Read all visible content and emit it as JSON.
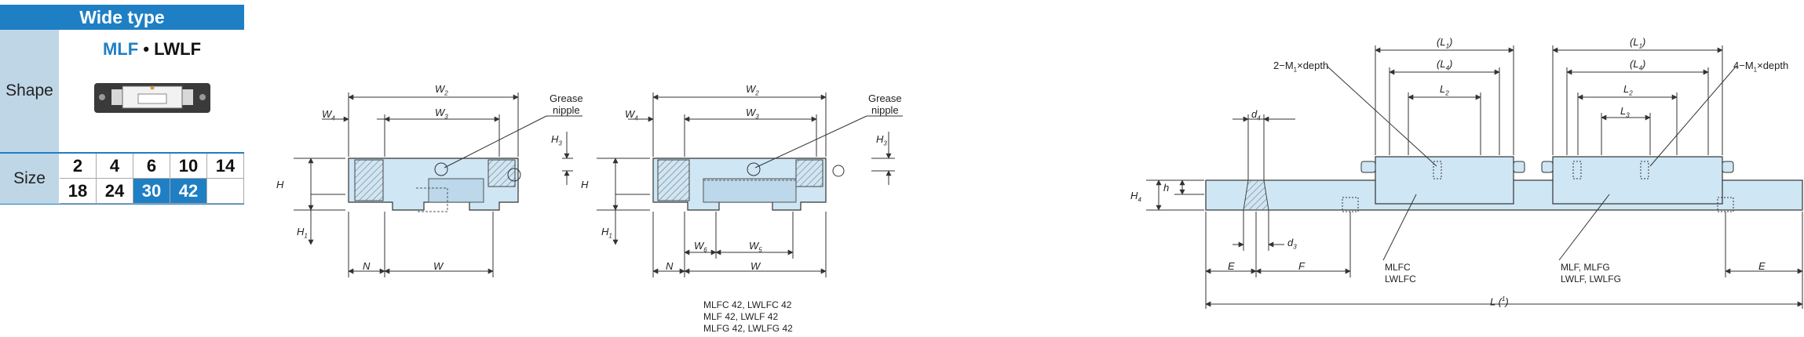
{
  "header": {
    "title": "Wide type"
  },
  "shape": {
    "label": "Shape",
    "model_1": "MLF",
    "separator": "•",
    "model_2": "LWLF"
  },
  "size": {
    "label": "Size",
    "values": [
      "2",
      "4",
      "6",
      "10",
      "14",
      "18",
      "24",
      "30",
      "42"
    ],
    "highlighted": [
      "30",
      "42"
    ]
  },
  "section1": {
    "grease_line1": "Grease",
    "grease_line2": "nipple",
    "W2": "W",
    "W2_sub": "2",
    "W3": "W",
    "W3_sub": "3",
    "W4": "W",
    "W4_sub": "4",
    "H": "H",
    "H1": "H",
    "H1_sub": "1",
    "H3": "H",
    "H3_sub": "3",
    "N": "N",
    "W": "W"
  },
  "section2": {
    "grease_line1": "Grease",
    "grease_line2": "nipple",
    "W2": "W",
    "W2_sub": "2",
    "W3": "W",
    "W3_sub": "3",
    "W4": "W",
    "W4_sub": "4",
    "H": "H",
    "H1": "H",
    "H1_sub": "1",
    "H3": "H",
    "H3_sub": "3",
    "W5": "W",
    "W5_sub": "5",
    "W6": "W",
    "W6_sub": "6",
    "N": "N",
    "W": "W",
    "caption": [
      "MLFC 42, LWLFC   42",
      "MLF   42, LWLF    42",
      "MLFG 42, LWLFG   42"
    ]
  },
  "section3": {
    "d4": "d",
    "d4_sub": "4",
    "d3": "d",
    "d3_sub": "3",
    "H4": "H",
    "H4_sub": "4",
    "h": "h",
    "E": "E",
    "F": "F",
    "L1": "(L",
    "L1_sub": "1",
    "L1_end": ")",
    "L": "L (",
    "L_sup": "1",
    "L_end": ")",
    "note_2m": "2−M",
    "note_2m_sub": "1",
    "note_2m_end": "×depth",
    "note_4m": "4−M",
    "note_4m_sub": "1",
    "note_4m_end": "×depth",
    "L4": "(L",
    "L4_sub": "4",
    "L4_end": ")",
    "L2": "L",
    "L2_sub": "2",
    "L3": "L",
    "L3_sub": "3",
    "lbl_mlfc": "MLFC",
    "lbl_lwlfc": "LWLFC",
    "lbl_mlf": "MLF, MLFG",
    "lbl_lwlf": "LWLF, LWLFG"
  }
}
